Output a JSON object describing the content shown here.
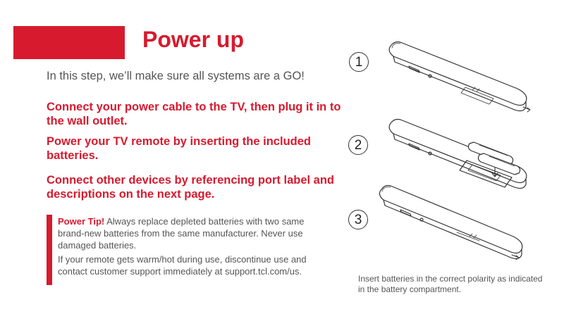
{
  "header": {
    "title": "Power up"
  },
  "intro": "In this step, we’ll make sure all systems are a GO!",
  "steps": [
    "Connect your power cable to the TV, then plug it in to the wall outlet.",
    "Power your TV remote by inserting the included batteries.",
    "Connect other devices by referencing port label and descriptions on the next page."
  ],
  "tip": {
    "label": "Power Tip!",
    "text1": "Always replace depleted batteries with two same brand-new batteries from the same manufacturer. Never use damaged batteries.",
    "text2": "If your remote gets warm/hot during use, discontinue use and contact customer support immediately at support.tcl.com/us."
  },
  "figure": {
    "step_numbers": [
      "1",
      "2",
      "3"
    ],
    "caption": "Insert batteries in the correct polarity as indicated in the battery compartment."
  },
  "colors": {
    "accent": "#d71a2e",
    "body_text": "#555555"
  }
}
